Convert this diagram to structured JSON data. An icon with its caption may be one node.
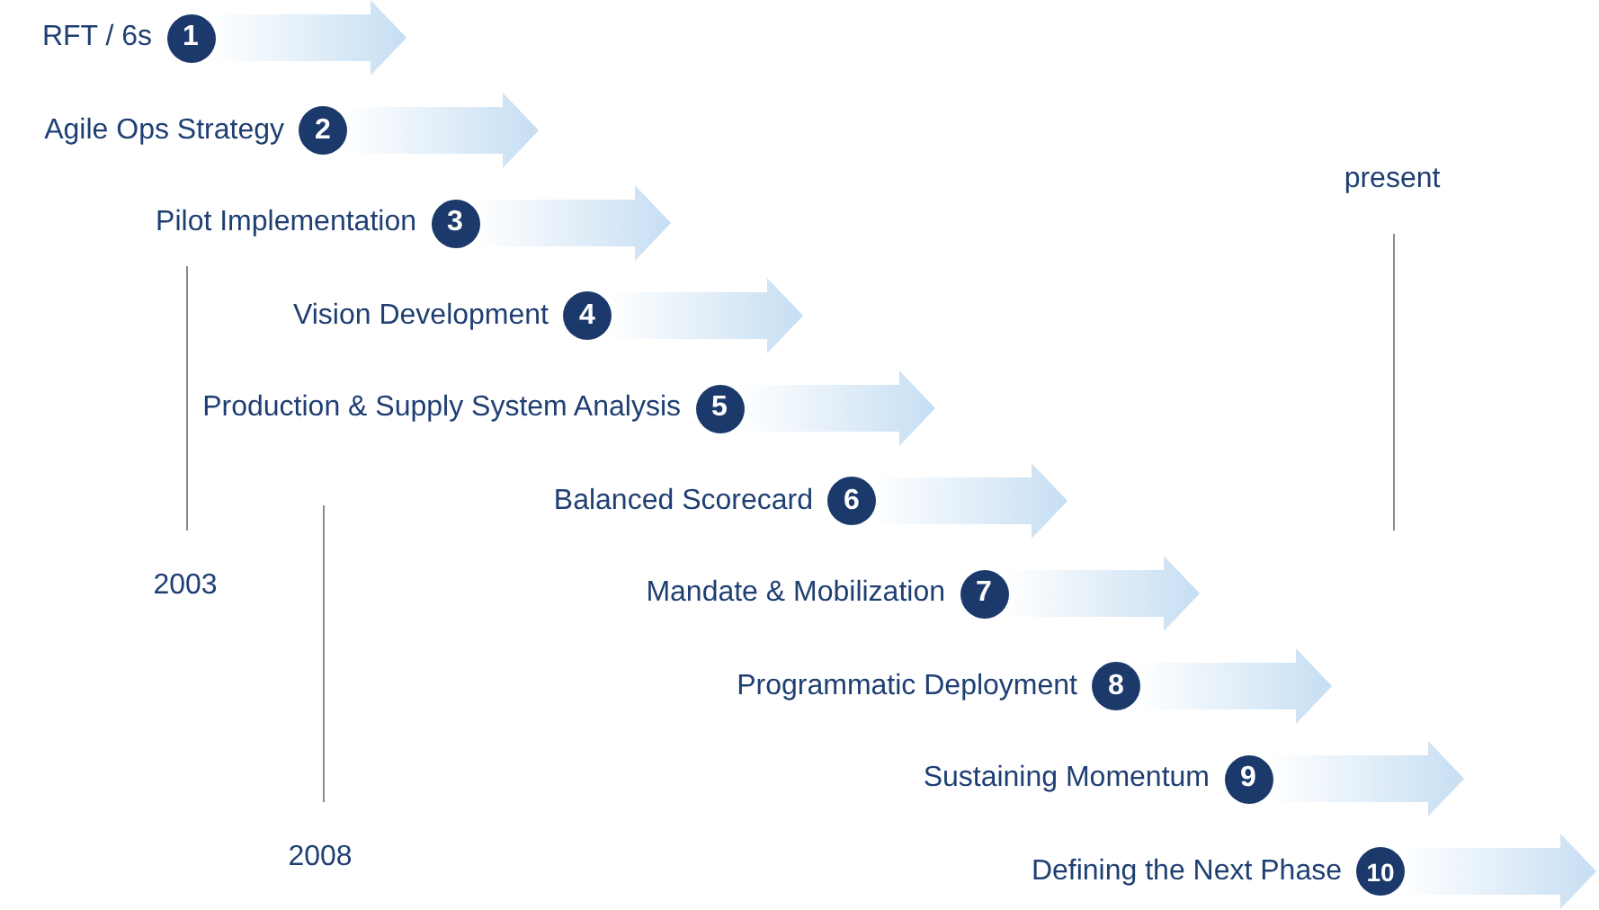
{
  "diagram": {
    "nodes": [
      {
        "text": [
          "1"
        ],
        "beside": [
          "RFT / 6s"
        ]
      },
      {
        "text": [
          "2"
        ],
        "beside": [
          "Agile Ops Strategy"
        ]
      },
      {
        "text": [
          "3"
        ],
        "beside": [
          "Pilot Implementation"
        ]
      },
      {
        "text": [
          "4"
        ],
        "beside": [
          "Vision Development"
        ]
      },
      {
        "text": [
          "5"
        ],
        "beside": [
          "Production & Supply System Analysis"
        ]
      },
      {
        "text": [
          "6"
        ],
        "beside": [
          "Balanced Scorecard"
        ]
      },
      {
        "text": [
          "7"
        ],
        "beside": [
          "Mandate & Mobilization"
        ]
      },
      {
        "text": [
          "8"
        ],
        "beside": [
          "Programmatic Deployment"
        ]
      },
      {
        "text": [
          "9"
        ],
        "beside": [
          "Sustaining Momentum"
        ]
      },
      {
        "text": [
          "10"
        ],
        "beside": [
          "Defining the Next Phase"
        ]
      }
    ],
    "edges": [
      {
        "from": 0,
        "to": null,
        "arrow": "to"
      },
      {
        "from": 1,
        "to": null,
        "arrow": "to"
      },
      {
        "from": 2,
        "to": null,
        "arrow": "to"
      },
      {
        "from": 3,
        "to": null,
        "arrow": "to"
      },
      {
        "from": 4,
        "to": null,
        "arrow": "to"
      },
      {
        "from": 5,
        "to": null,
        "arrow": "to"
      },
      {
        "from": 6,
        "to": null,
        "arrow": "to"
      },
      {
        "from": 7,
        "to": null,
        "arrow": "to"
      },
      {
        "from": 8,
        "to": null,
        "arrow": "to"
      },
      {
        "from": 9,
        "to": null,
        "arrow": "to"
      }
    ],
    "labels": [
      "present",
      "2003",
      "2008"
    ]
  }
}
